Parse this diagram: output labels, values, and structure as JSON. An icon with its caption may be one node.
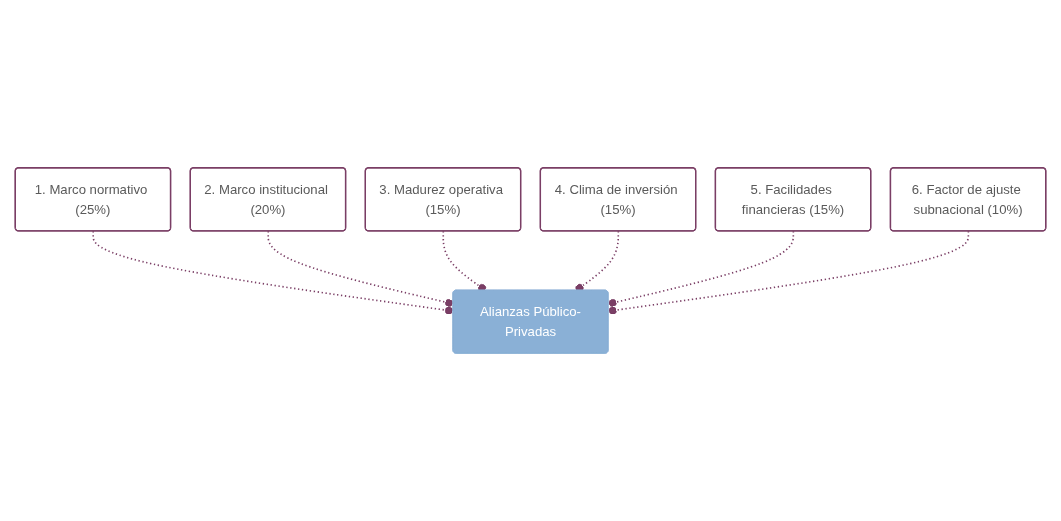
{
  "diagram": {
    "nodes": [
      {
        "text": [
          "1. Marco normativo (25%)"
        ]
      },
      {
        "text": [
          "6. Factor de ajuste subnacional (10%)"
        ]
      },
      {
        "text": [
          "2. Marco institucional (20%)"
        ]
      },
      {
        "text": [
          "Alianzas Público-Privadas"
        ]
      },
      {
        "text": [
          "5. Facilidades financieras (15%)"
        ]
      },
      {
        "text": [
          "3. Madurez operativa (15%)"
        ]
      },
      {
        "text": [
          "4. Clima de inversión (15%)"
        ]
      }
    ],
    "edges": [
      {
        "from": 0,
        "to": 3,
        "arrow": "other",
        "style": "dashed"
      },
      {
        "from": 2,
        "to": 3,
        "arrow": "other",
        "style": "dashed"
      },
      {
        "from": 5,
        "to": 3,
        "arrow": "other",
        "style": "dashed"
      },
      {
        "from": 6,
        "to": 3,
        "arrow": "other",
        "style": "dashed"
      },
      {
        "from": 4,
        "to": 3,
        "arrow": "other",
        "style": "dashed"
      },
      {
        "from": 1,
        "to": 3,
        "arrow": "other",
        "style": "dashed"
      }
    ]
  }
}
